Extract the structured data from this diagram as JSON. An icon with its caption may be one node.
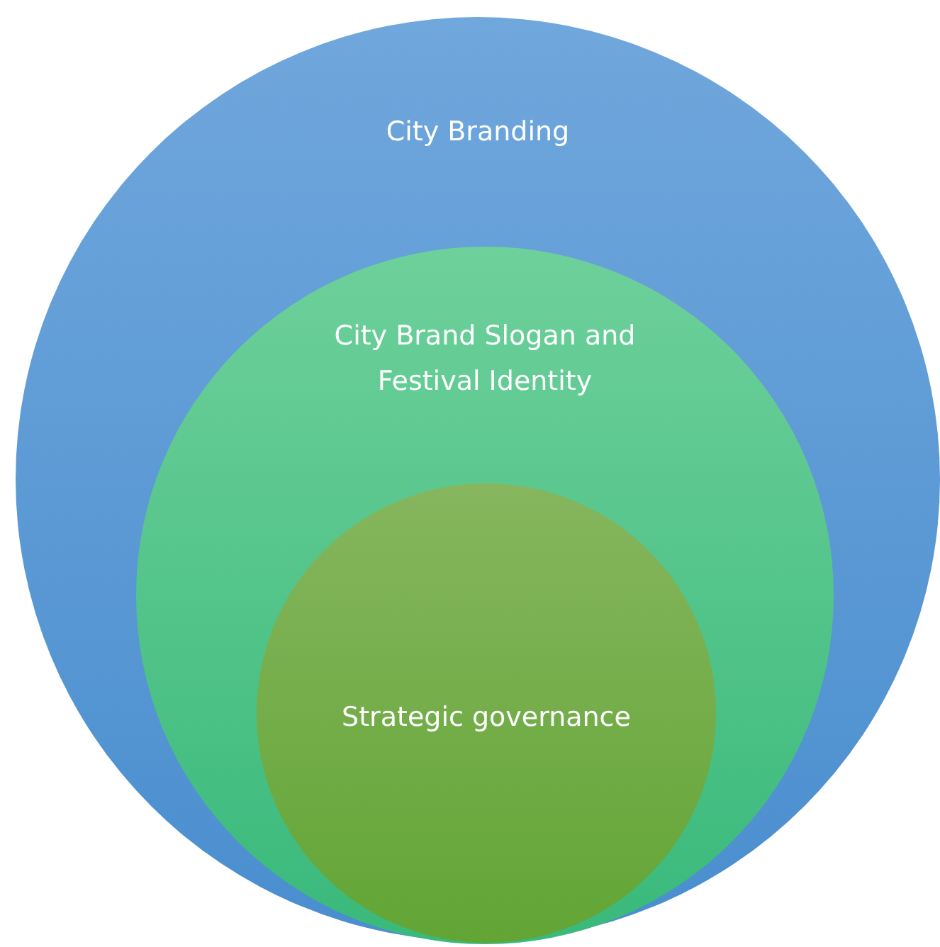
{
  "diagram": {
    "nodes": [
      {
        "text": [
          "City Branding"
        ]
      },
      {
        "text": [
          "City Brand Slogan and Festival Identity"
        ],
        "in": 0
      },
      {
        "text": [
          "Strategic governance"
        ],
        "in": 1
      }
    ]
  }
}
